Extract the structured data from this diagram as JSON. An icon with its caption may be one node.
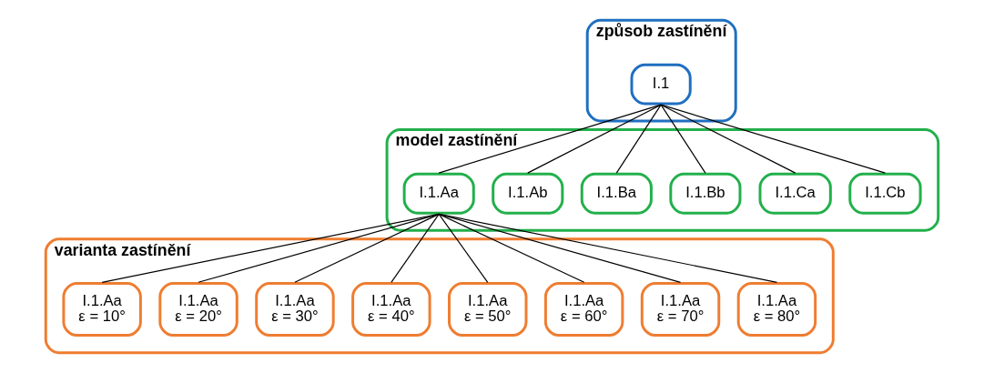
{
  "diagram": {
    "nodes": [
      {
        "text": [
          "způsob zastínění"
        ]
      },
      {
        "text": [
          "I.1"
        ],
        "in": 0
      },
      {
        "text": [
          "model zastínění"
        ]
      },
      {
        "text": [
          "I.1.Aa"
        ],
        "in": 2
      },
      {
        "text": [
          "I.1.Ab"
        ],
        "in": 2
      },
      {
        "text": [
          "I.1.Ba"
        ],
        "in": 2
      },
      {
        "text": [
          "I.1.Bb"
        ],
        "in": 2
      },
      {
        "text": [
          "I.1.Ca"
        ],
        "in": 2
      },
      {
        "text": [
          "I.1.Cb"
        ],
        "in": 2
      },
      {
        "text": [
          "varianta zastínění"
        ]
      },
      {
        "text": [
          "I.1.Aa",
          "ε = 10°"
        ],
        "in": 9
      },
      {
        "text": [
          "I.1.Aa",
          "ε = 20°"
        ],
        "in": 9
      },
      {
        "text": [
          "I.1.Aa",
          "ε = 30°"
        ],
        "in": 9
      },
      {
        "text": [
          "I.1.Aa",
          "ε = 40°"
        ],
        "in": 9
      },
      {
        "text": [
          "I.1.Aa",
          "ε = 50°"
        ],
        "in": 9
      },
      {
        "text": [
          "I.1.Aa",
          "ε = 60°"
        ],
        "in": 9
      },
      {
        "text": [
          "I.1.Aa",
          "ε = 70°"
        ],
        "in": 9
      },
      {
        "text": [
          "I.1.Aa",
          "ε = 80°"
        ],
        "in": 9
      }
    ],
    "edges": [
      {
        "from": 1,
        "to": 3,
        "arrow": "none"
      },
      {
        "from": 1,
        "to": 4,
        "arrow": "none"
      },
      {
        "from": 1,
        "to": 5,
        "arrow": "none"
      },
      {
        "from": 1,
        "to": 6,
        "arrow": "none"
      },
      {
        "from": 1,
        "to": 7,
        "arrow": "none"
      },
      {
        "from": 1,
        "to": 8,
        "arrow": "none"
      },
      {
        "from": 3,
        "to": 10,
        "arrow": "none"
      },
      {
        "from": 3,
        "to": 11,
        "arrow": "none"
      },
      {
        "from": 3,
        "to": 12,
        "arrow": "none"
      },
      {
        "from": 3,
        "to": 13,
        "arrow": "none"
      },
      {
        "from": 3,
        "to": 14,
        "arrow": "none"
      },
      {
        "from": 3,
        "to": 15,
        "arrow": "none"
      },
      {
        "from": 3,
        "to": 16,
        "arrow": "none"
      },
      {
        "from": 3,
        "to": 17,
        "arrow": "none"
      }
    ]
  }
}
